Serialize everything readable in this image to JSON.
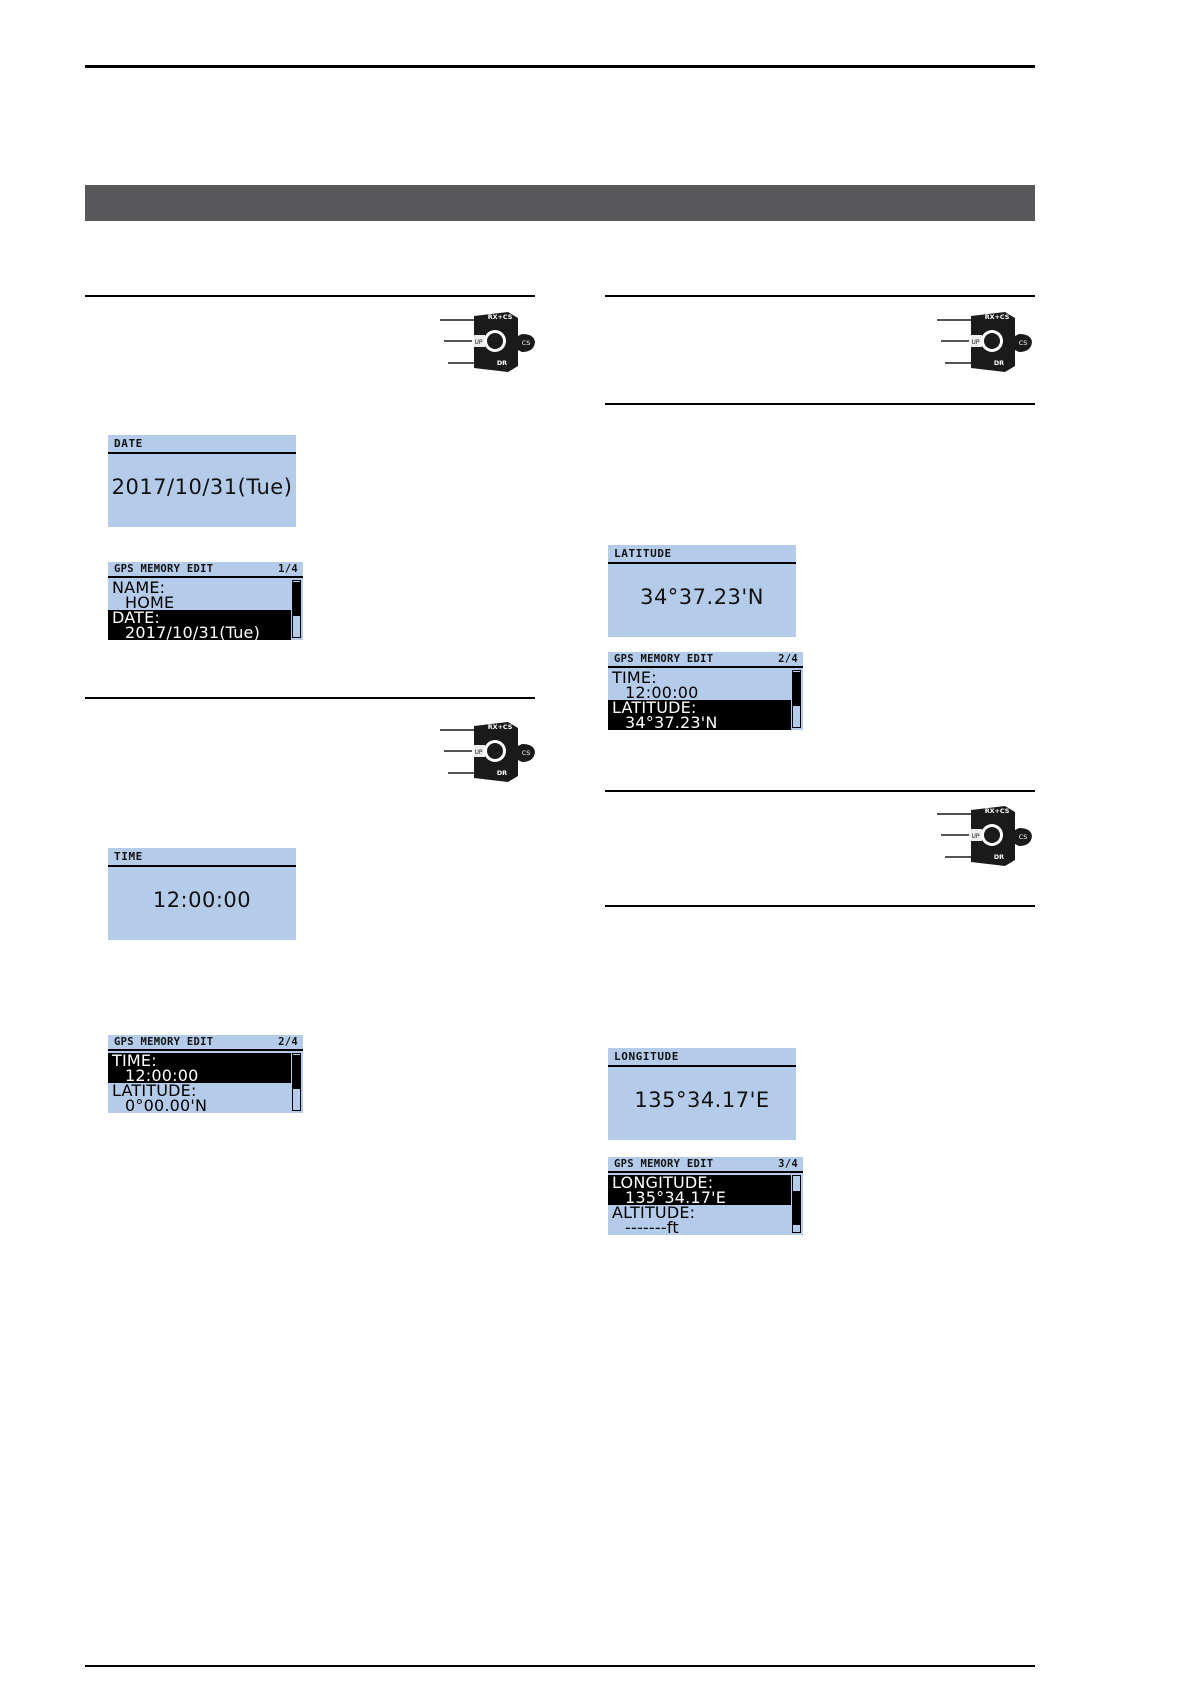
{
  "page": {
    "background_color": "#ffffff",
    "banner_color": "#58585a",
    "lcd_background_color": "#b4ccea",
    "lcd_highlight_color": "#000000"
  },
  "keypad": {
    "label_top": "RX+CS",
    "label_right": "CS",
    "label_bottom": "DR",
    "label_left": "UP"
  },
  "displays": {
    "date_popup": {
      "title": "DATE",
      "value": "2017/10/31(Tue)"
    },
    "gps_memory_edit_1": {
      "title": "GPS MEMORY EDIT",
      "page_indicator": "1/4",
      "rows": [
        {
          "label": "NAME:",
          "value": "HOME",
          "selected": false
        },
        {
          "label": "DATE:",
          "value": "2017/10/31(Tue)",
          "selected": true
        }
      ]
    },
    "time_popup": {
      "title": "TIME",
      "value": "12:00:00"
    },
    "gps_memory_edit_2_left": {
      "title": "GPS MEMORY EDIT",
      "page_indicator": "2/4",
      "rows": [
        {
          "label": "TIME:",
          "value": "12:00:00",
          "selected": true
        },
        {
          "label": "LATITUDE:",
          "value": "0°00.00'N",
          "selected": false
        }
      ]
    },
    "latitude_popup": {
      "title": "LATITUDE",
      "value": "34°37.23'N"
    },
    "gps_memory_edit_2_right": {
      "title": "GPS MEMORY EDIT",
      "page_indicator": "2/4",
      "rows": [
        {
          "label": "TIME:",
          "value": "12:00:00",
          "selected": false
        },
        {
          "label": "LATITUDE:",
          "value": "34°37.23'N",
          "selected": true
        }
      ]
    },
    "longitude_popup": {
      "title": "LONGITUDE",
      "value": "135°34.17'E"
    },
    "gps_memory_edit_3": {
      "title": "GPS MEMORY EDIT",
      "page_indicator": "3/4",
      "rows": [
        {
          "label": "LONGITUDE:",
          "value": "135°34.17'E",
          "selected": true
        },
        {
          "label": "ALTITUDE:",
          "value": "-------ft",
          "selected": false
        }
      ]
    }
  }
}
